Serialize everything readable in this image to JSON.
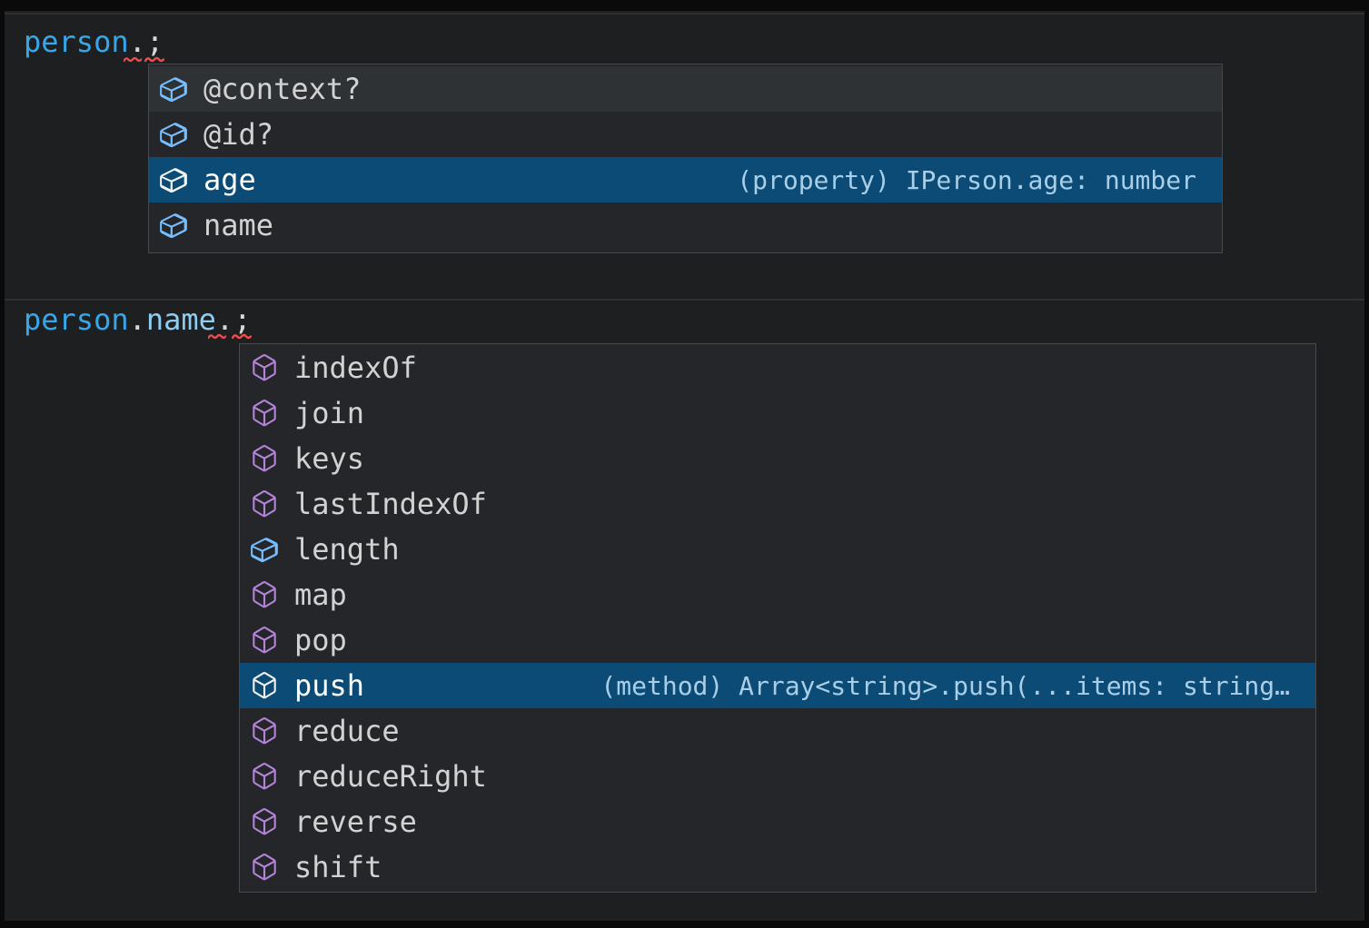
{
  "colors": {
    "editor_background": "#1e1f21",
    "widget_background": "#242629",
    "widget_border": "#47494c",
    "selection_background": "#0c4b76",
    "hover_background": "#2e3234",
    "field_icon_color": "#75beff",
    "method_icon_color": "#b583d9",
    "error_squiggle_color": "#f14c4c",
    "variable_color": "#37a7ea",
    "property_color": "#8fccf1"
  },
  "icons": {
    "field": "symbol-field-icon (blue open 3D box)",
    "method": "symbol-method-icon (purple 3D cube)"
  },
  "code": {
    "line1": {
      "object": "person",
      "dot": ".",
      "semicolon": ";"
    },
    "line2": {
      "object": "person",
      "dot1": ".",
      "property": "name",
      "dot2": ".",
      "semicolon": ";"
    }
  },
  "suggest1": {
    "items": [
      {
        "label": "@context?",
        "kind": "field",
        "selected": false
      },
      {
        "label": "@id?",
        "kind": "field",
        "selected": false
      },
      {
        "label": "age",
        "kind": "field",
        "selected": true,
        "detail": "(property) IPerson.age: number"
      },
      {
        "label": "name",
        "kind": "field",
        "selected": false
      }
    ]
  },
  "suggest2": {
    "items": [
      {
        "label": "indexOf",
        "kind": "method",
        "selected": false
      },
      {
        "label": "join",
        "kind": "method",
        "selected": false
      },
      {
        "label": "keys",
        "kind": "method",
        "selected": false
      },
      {
        "label": "lastIndexOf",
        "kind": "method",
        "selected": false
      },
      {
        "label": "length",
        "kind": "field",
        "selected": false
      },
      {
        "label": "map",
        "kind": "method",
        "selected": false
      },
      {
        "label": "pop",
        "kind": "method",
        "selected": false
      },
      {
        "label": "push",
        "kind": "method",
        "selected": true,
        "detail": "(method) Array<string>.push(...items: string…"
      },
      {
        "label": "reduce",
        "kind": "method",
        "selected": false
      },
      {
        "label": "reduceRight",
        "kind": "method",
        "selected": false
      },
      {
        "label": "reverse",
        "kind": "method",
        "selected": false
      },
      {
        "label": "shift",
        "kind": "method",
        "selected": false
      }
    ]
  }
}
